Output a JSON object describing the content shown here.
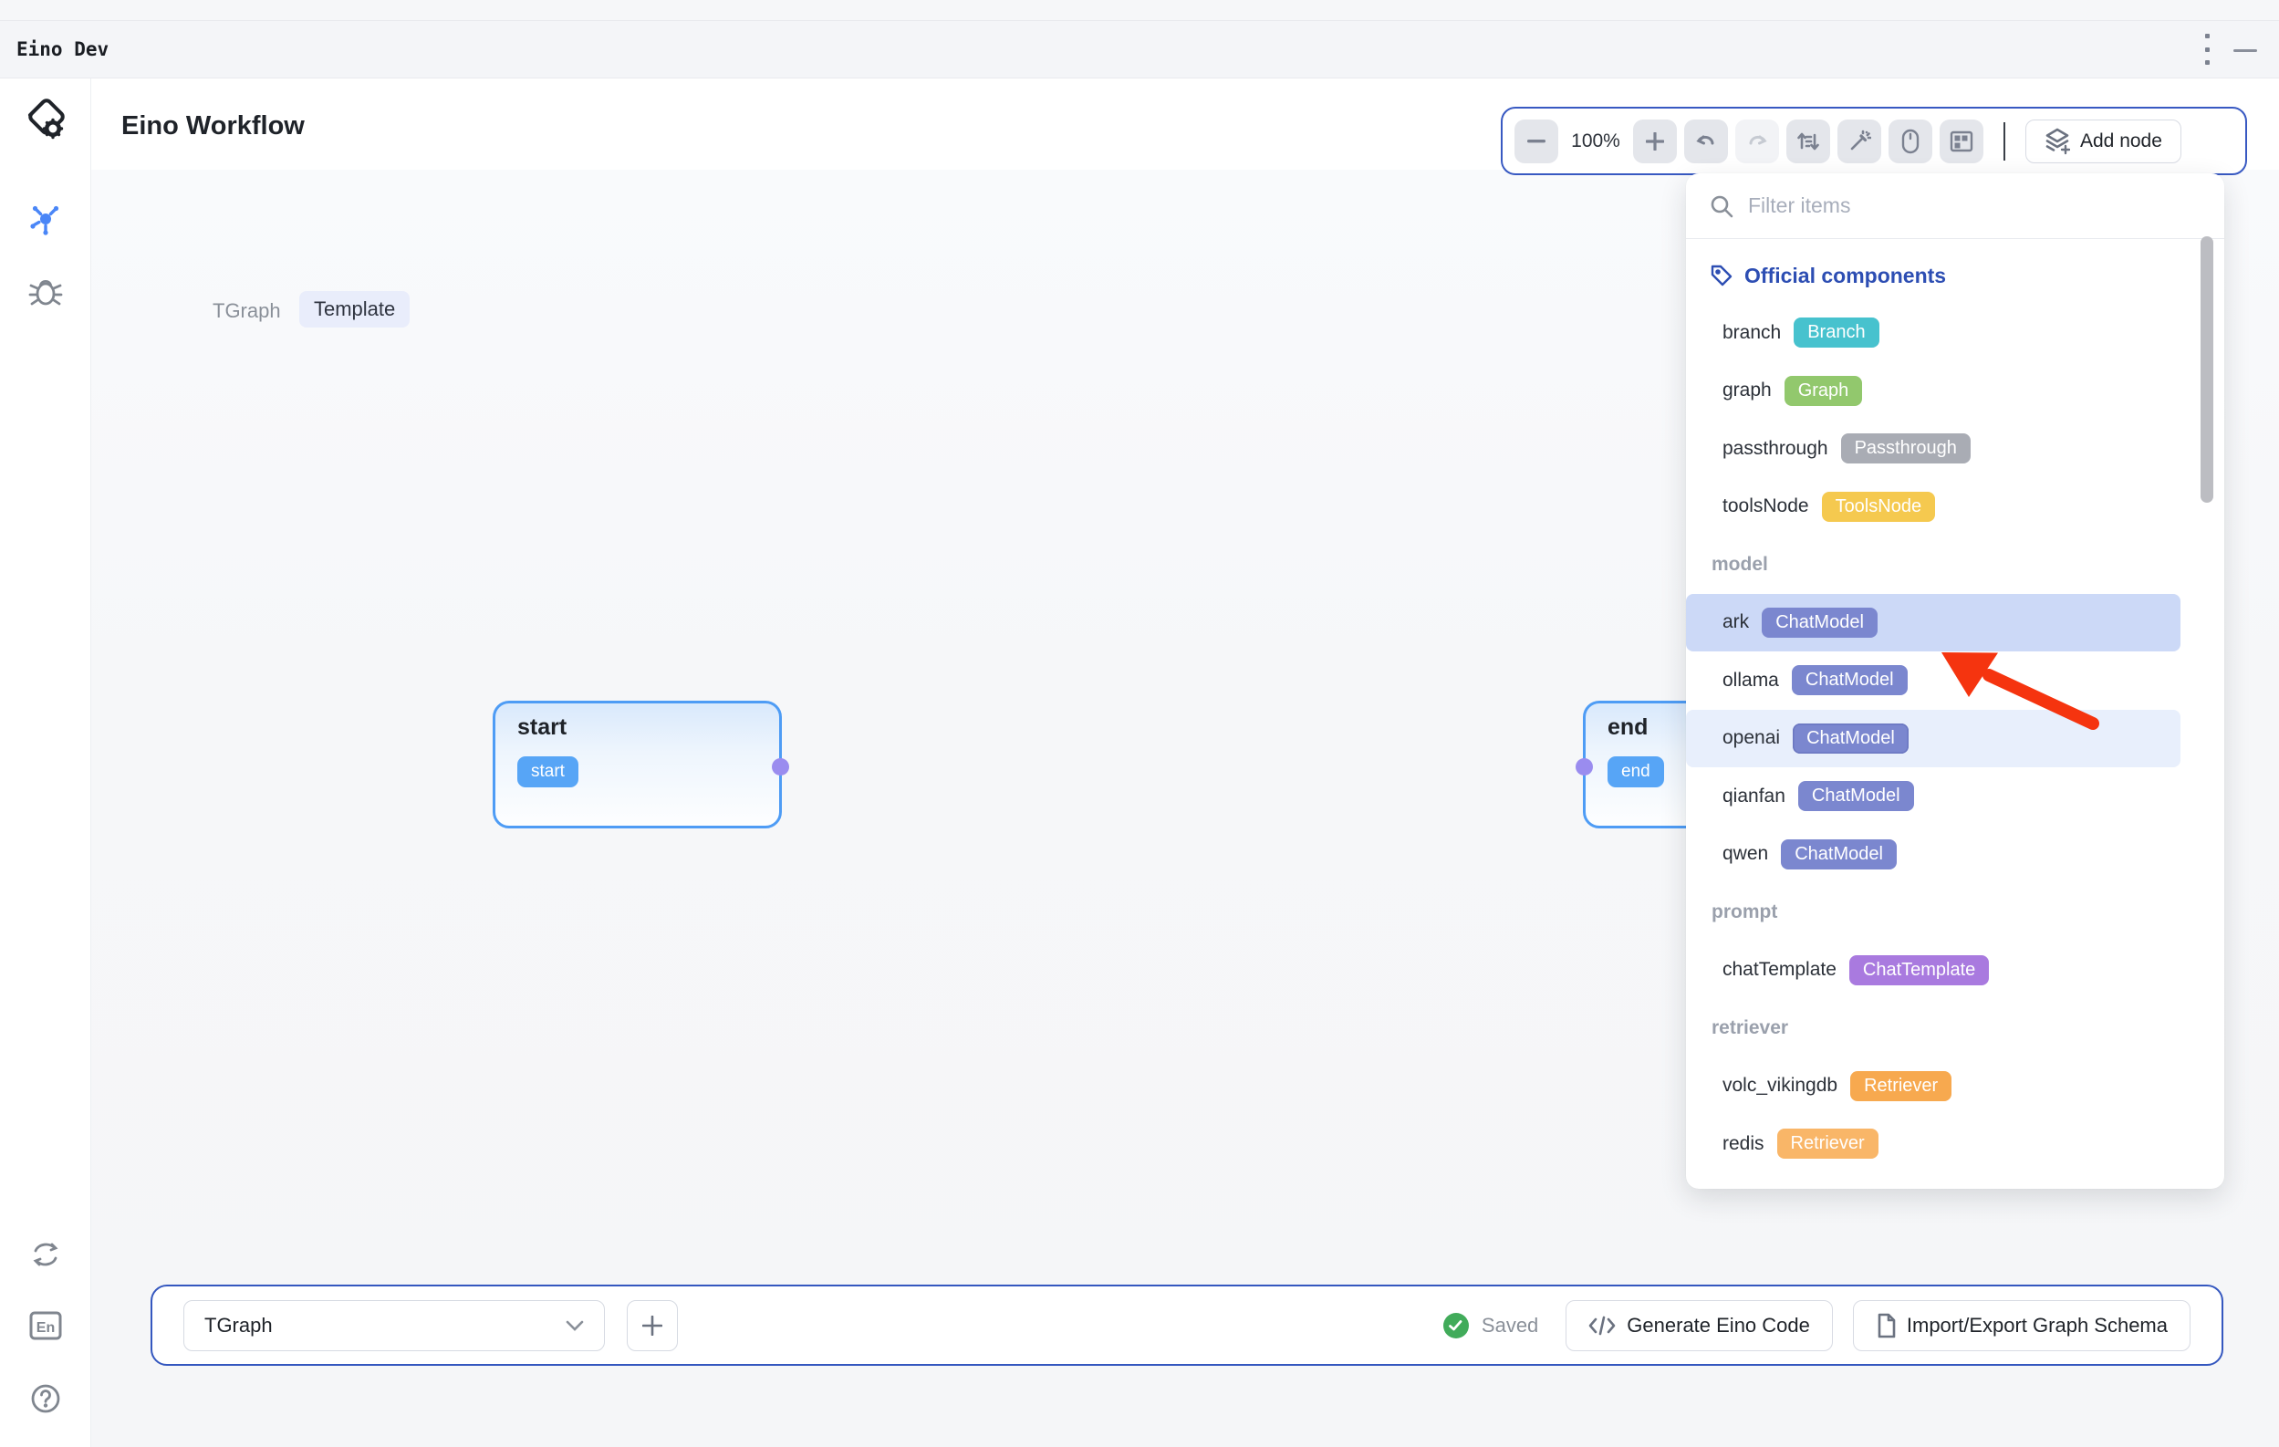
{
  "window": {
    "title": "Eino Dev"
  },
  "header": {
    "title": "Eino Workflow",
    "graph_name": "TGraph",
    "badge": "Template"
  },
  "sidebar": {
    "language_label": "En"
  },
  "toolbar": {
    "zoom_level": "100%",
    "add_node_label": "Add node"
  },
  "panel": {
    "search_placeholder": "Filter items",
    "section_title": "Official components",
    "items": [
      {
        "type": "item",
        "label": "branch",
        "badge": "Branch",
        "badge_color": "#47C2CE"
      },
      {
        "type": "item",
        "label": "graph",
        "badge": "Graph",
        "badge_color": "#92C86D"
      },
      {
        "type": "item",
        "label": "passthrough",
        "badge": "Passthrough",
        "badge_color": "#A9ACB4"
      },
      {
        "type": "item",
        "label": "toolsNode",
        "badge": "ToolsNode",
        "badge_color": "#F5C94F"
      },
      {
        "type": "section",
        "label": "model"
      },
      {
        "type": "item",
        "label": "ark",
        "badge": "ChatModel",
        "badge_color": "#7B87CF",
        "highlight": "strong"
      },
      {
        "type": "item",
        "label": "ollama",
        "badge": "ChatModel",
        "badge_color": "#7B87CF"
      },
      {
        "type": "item",
        "label": "openai",
        "badge": "ChatModel",
        "badge_color": "#7B87CF",
        "highlight": "soft",
        "badge_border": "#6a76c0"
      },
      {
        "type": "item",
        "label": "qianfan",
        "badge": "ChatModel",
        "badge_color": "#7B87CF"
      },
      {
        "type": "item",
        "label": "qwen",
        "badge": "ChatModel",
        "badge_color": "#7B87CF"
      },
      {
        "type": "section",
        "label": "prompt"
      },
      {
        "type": "item",
        "label": "chatTemplate",
        "badge": "ChatTemplate",
        "badge_color": "#A97ADF"
      },
      {
        "type": "section",
        "label": "retriever"
      },
      {
        "type": "item",
        "label": "volc_vikingdb",
        "badge": "Retriever",
        "badge_color": "#F7A94F"
      },
      {
        "type": "item",
        "label": "redis",
        "badge": "Retriever",
        "badge_color": "#F9B668"
      }
    ]
  },
  "canvas": {
    "nodes": [
      {
        "title": "start",
        "badge": "start"
      },
      {
        "title": "end",
        "badge": "end"
      }
    ]
  },
  "footer": {
    "graph_select_value": "TGraph",
    "saved_label": "Saved",
    "generate_label": "Generate Eino Code",
    "import_label": "Import/Export Graph Schema"
  },
  "colors": {
    "accent_blue_border": "#3859c2",
    "node_blue": "#4e9cf5",
    "node_badge_blue": "#57a5f6",
    "port_purple": "#9a8cef",
    "saved_green": "#41ab5a",
    "arrow_red": "#F5340F",
    "highlight_strong": "#ccd9f7",
    "highlight_soft": "#e8effc"
  }
}
